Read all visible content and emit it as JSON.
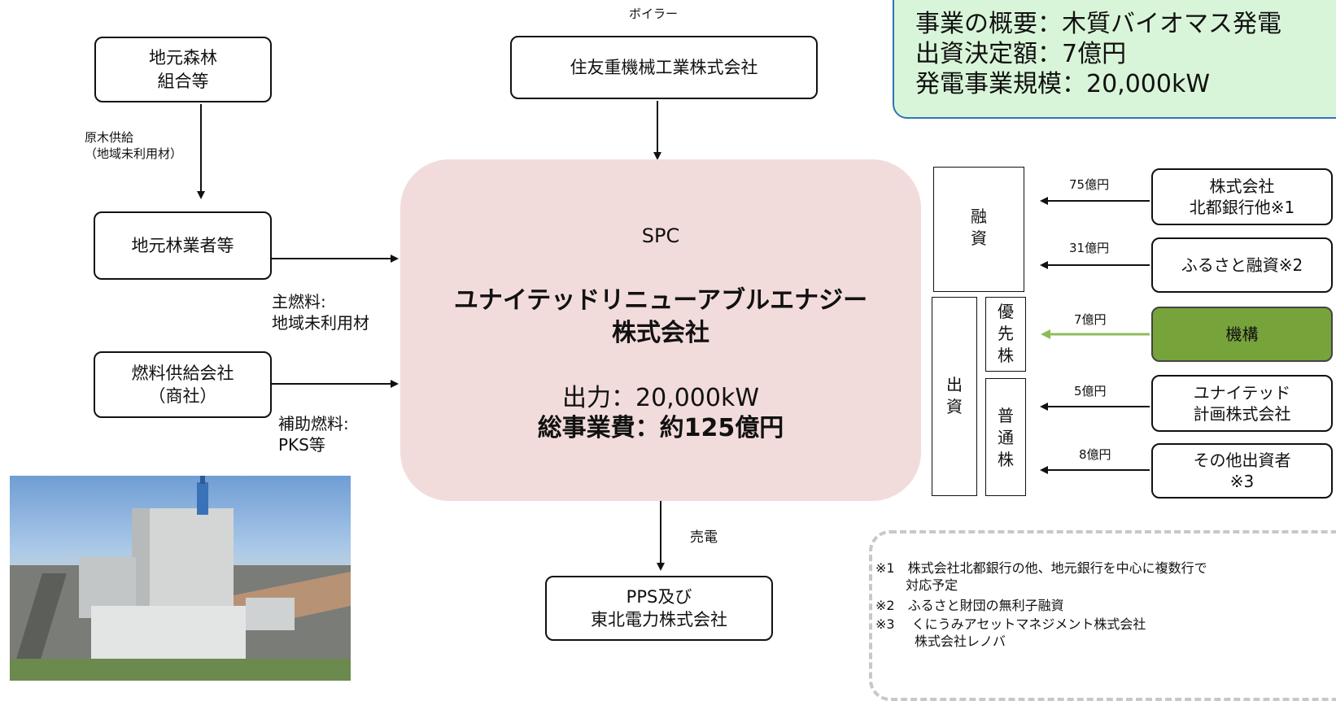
{
  "top_panel": {
    "lines": [
      "事業の概要：木質バイオマス発電",
      "出資決定額：7億円",
      "発電事業規模：20,000kW"
    ]
  },
  "boiler": {
    "caption": "ボイラー",
    "maker": "住友重機械工業株式会社"
  },
  "suppliers": {
    "forest_assoc": "地元森林\n組合等",
    "raw_wood_supply": "原木供給\n（地域未利用材）",
    "local_forestry": "地元林業者等",
    "main_fuel": "主燃料:\n地域未利用材",
    "fuel_company": "燃料供給会社\n（商社）",
    "aux_fuel": "補助燃料:\nPKS等"
  },
  "spc": {
    "label": "SPC",
    "company": "ユナイテッドリニューアブルエナジー\n株式会社",
    "output": "出力：20,000kW",
    "total_cost": "総事業費：約125億円"
  },
  "sales": {
    "label": "売電",
    "buyer": "PPS及び\n東北電力株式会社"
  },
  "finance": {
    "loan": "融\n資",
    "investment": "出\n資",
    "preferred": "優\n先\n株",
    "common": "普\n通\n株",
    "flows": [
      {
        "amount": "75億円",
        "source": "株式会社\n北都銀行他※1"
      },
      {
        "amount": "31億円",
        "source": "ふるさと融資※2"
      },
      {
        "amount": "7億円",
        "source": "機構"
      },
      {
        "amount": "5億円",
        "source": "ユナイテッド\n計画株式会社"
      },
      {
        "amount": "8億円",
        "source": "その他出資者\n※3"
      }
    ]
  },
  "notes": [
    "※1　株式会社北都銀行の他、地元銀行を中心に複数行で\n　　 対応予定",
    "※2　ふるさと財団の無利子融資",
    "※3　 くにうみアセットマネジメント株式会社\n　　　株式会社レノバ"
  ],
  "colors": {
    "spc_fill": "#f2dcdb",
    "panel_fill": "#d9f5d9",
    "panel_border": "#2e75b6",
    "kikou_fill": "#77a33b",
    "kikou_arrow": "#8fbc5a"
  }
}
